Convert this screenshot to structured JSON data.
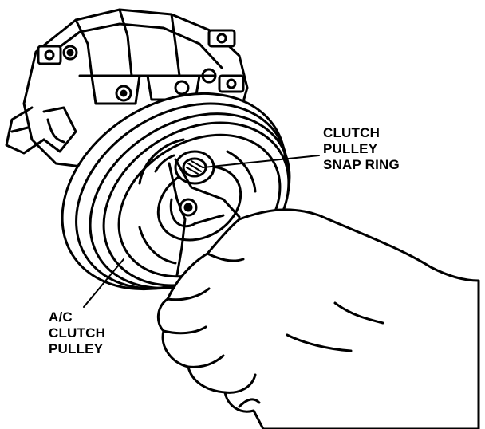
{
  "labels": {
    "snap_ring": [
      "CLUTCH",
      "PULLEY",
      "SNAP RING"
    ],
    "clutch_pulley": [
      "A/C",
      "CLUTCH",
      "PULLEY"
    ]
  },
  "colors": {
    "ink": "#000000",
    "paper": "#ffffff"
  }
}
